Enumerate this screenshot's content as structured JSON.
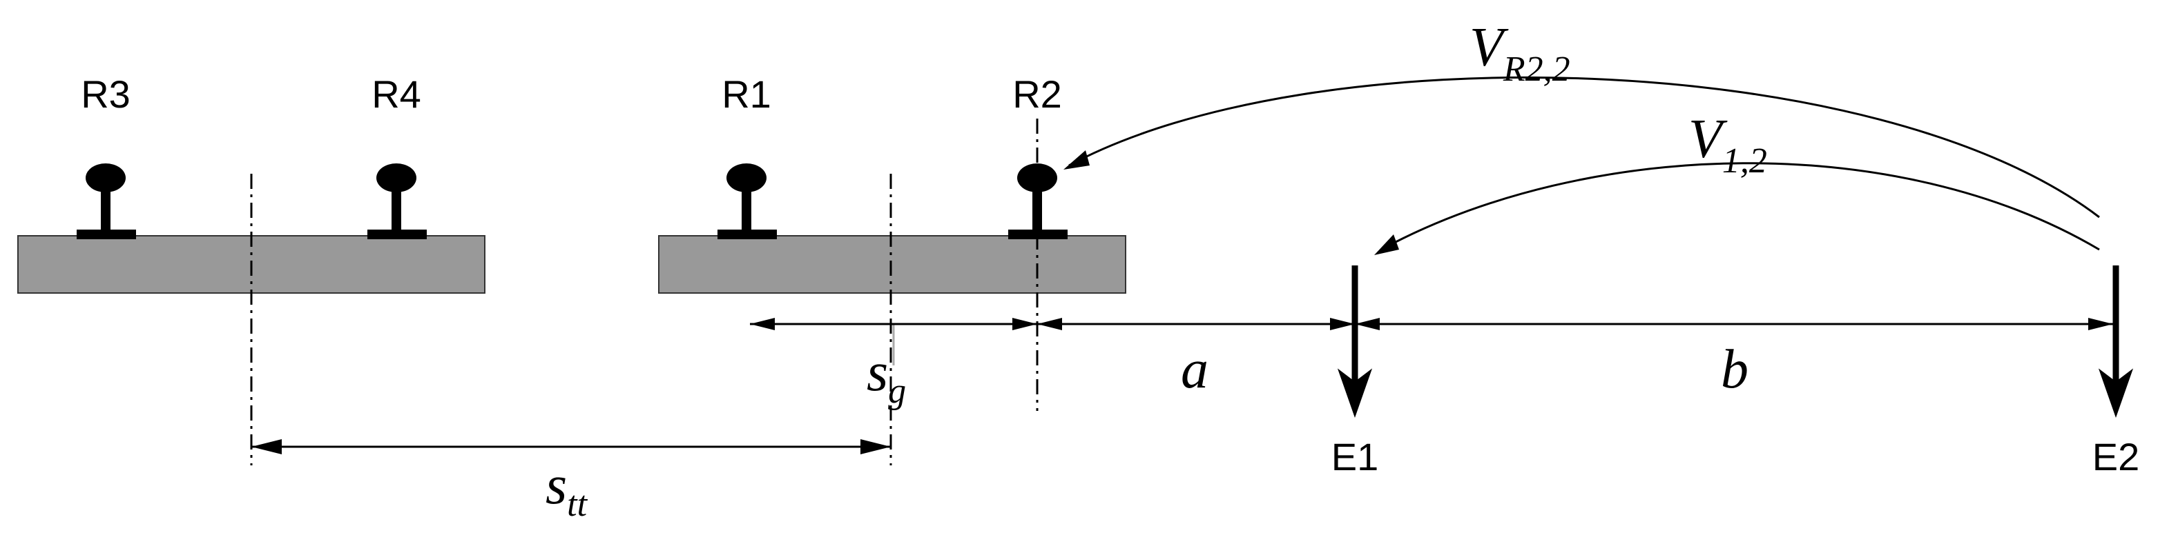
{
  "rails": {
    "r3": "R3",
    "r4": "R4",
    "r1": "R1",
    "r2": "R2"
  },
  "electrodes": {
    "e1": "E1",
    "e2": "E2"
  },
  "dimensions": {
    "s_tt": {
      "main": "s",
      "sub": "tt"
    },
    "s_g": {
      "main": "s",
      "sub": "g"
    },
    "a": "a",
    "b": "b"
  },
  "voltages": {
    "v_r2_2": {
      "main": "V",
      "sub": "R2,2"
    },
    "v_1_2": {
      "main": "V",
      "sub": "1,2"
    }
  },
  "colors": {
    "sleeper_fill": "#999999",
    "ink": "#000000"
  }
}
